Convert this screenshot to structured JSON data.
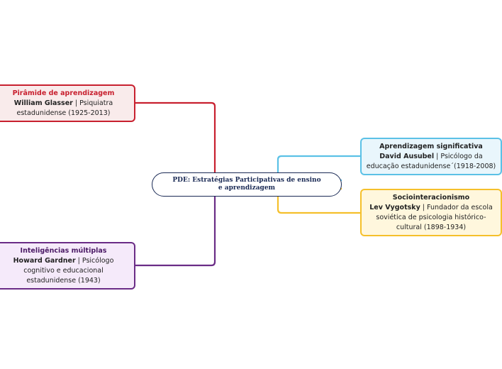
{
  "central": {
    "line1": "PDE: Estratégias Participativas de ensino",
    "line2": "e aprendizagem"
  },
  "nodes": {
    "glasser": {
      "title": "Pirâmide de aprendizagem",
      "person": "William Glasser",
      "desc1": " | Psiquiatra",
      "desc2": "estadunidense (1925-2013)"
    },
    "gardner": {
      "title": "Inteligências múltiplas",
      "person": "Howard Gardner",
      "desc1": " | Psicólogo",
      "desc2": "cognitivo e educacional",
      "desc3": "estadunidense (1943)"
    },
    "ausubel": {
      "title": "Aprendizagem significativa",
      "person": "David Ausubel",
      "desc1": " | Psicólogo da",
      "desc2": "educação estadunidense´(1918-2008)"
    },
    "vygotsky": {
      "title": "Sociointeracionismo",
      "person": "Lev Vygotsky",
      "desc1": " | Fundador da escola",
      "desc2": "soviética de psicologia histórico-",
      "desc3": "cultural (1898-1934)"
    }
  },
  "colors": {
    "glasser": "#c8202f",
    "gardner": "#6a2c86",
    "ausubel": "#5bc1e6",
    "vygotsky": "#f5c02b",
    "central_border": "#1a2a55"
  }
}
